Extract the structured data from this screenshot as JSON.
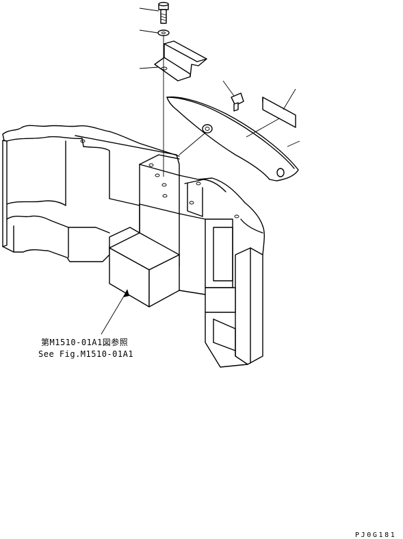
{
  "reference_note": {
    "japanese": "第M1510-01A1図参照",
    "english": "See Fig.M1510-01A1"
  },
  "figure_code": "PJ0G181"
}
